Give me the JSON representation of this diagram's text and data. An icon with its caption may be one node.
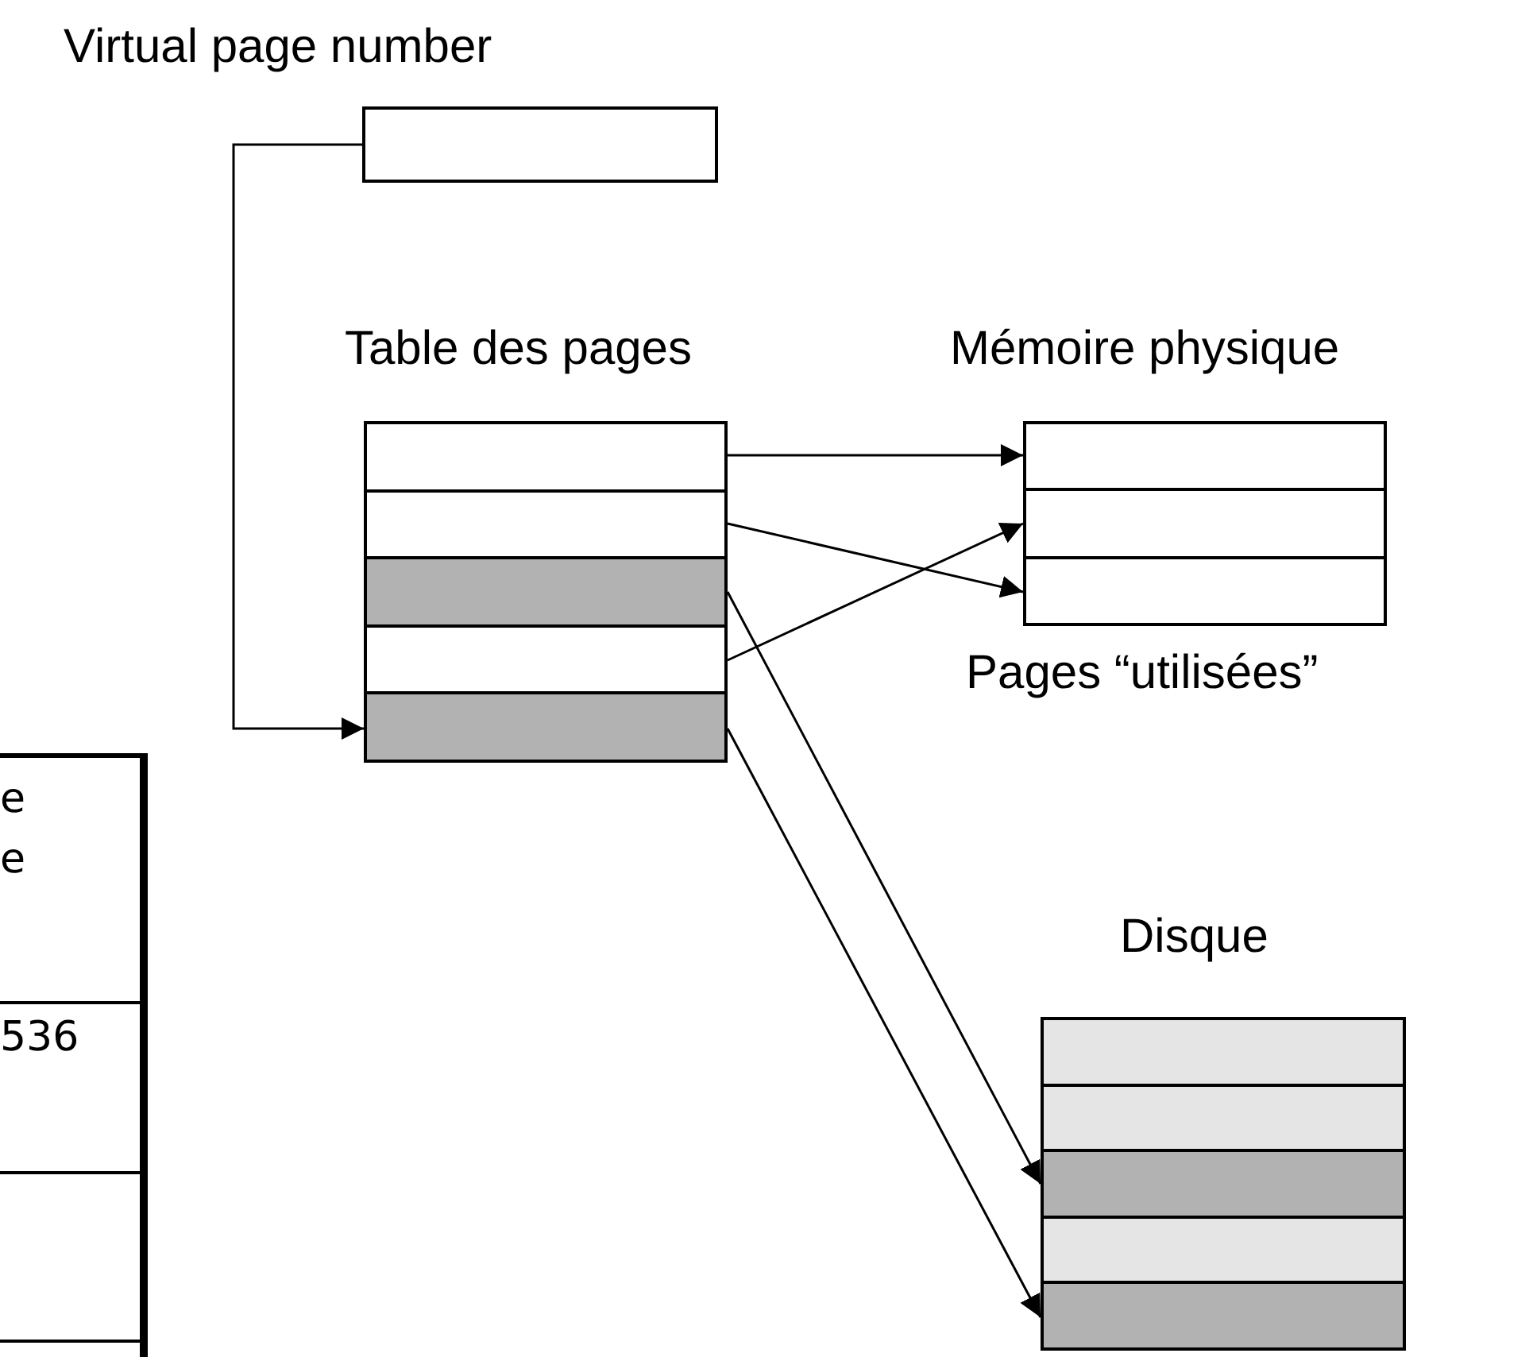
{
  "diagram": {
    "nodes": [
      {
        "text": [
          "Virtual page number"
        ]
      },
      {
        "text": [
          "Table des pages"
        ]
      },
      {
        "text": [],
        "shape": "box",
        "in": 1
      },
      {
        "text": [],
        "shape": "box",
        "in": 1
      },
      {
        "text": [],
        "shape": "box",
        "in": 1
      },
      {
        "text": [],
        "shape": "box",
        "in": 1
      },
      {
        "text": [],
        "shape": "box",
        "in": 1
      },
      {
        "text": [
          "Mémoire physique"
        ],
        "beside": [
          "Pages “utilisées”"
        ]
      },
      {
        "text": [],
        "shape": "box",
        "in": 7
      },
      {
        "text": [],
        "shape": "box",
        "in": 7
      },
      {
        "text": [],
        "shape": "box",
        "in": 7
      },
      {
        "text": [
          "Disque"
        ]
      },
      {
        "text": [],
        "shape": "box",
        "in": 11
      },
      {
        "text": [],
        "shape": "box",
        "in": 11
      },
      {
        "text": [],
        "shape": "box",
        "in": 11
      },
      {
        "text": [],
        "shape": "box",
        "in": 11
      },
      {
        "text": [],
        "shape": "box",
        "in": 11
      }
    ],
    "edges": [
      {
        "from": 0,
        "to": 6,
        "arrow": "to"
      },
      {
        "from": 2,
        "to": 8,
        "arrow": "to"
      },
      {
        "from": 3,
        "to": 10,
        "arrow": "to"
      },
      {
        "from": 5,
        "to": 9,
        "arrow": "to"
      },
      {
        "from": 4,
        "to": 14,
        "arrow": "to"
      },
      {
        "from": 6,
        "to": 16,
        "arrow": "to"
      }
    ],
    "labels": [
      "e e",
      "536"
    ]
  }
}
